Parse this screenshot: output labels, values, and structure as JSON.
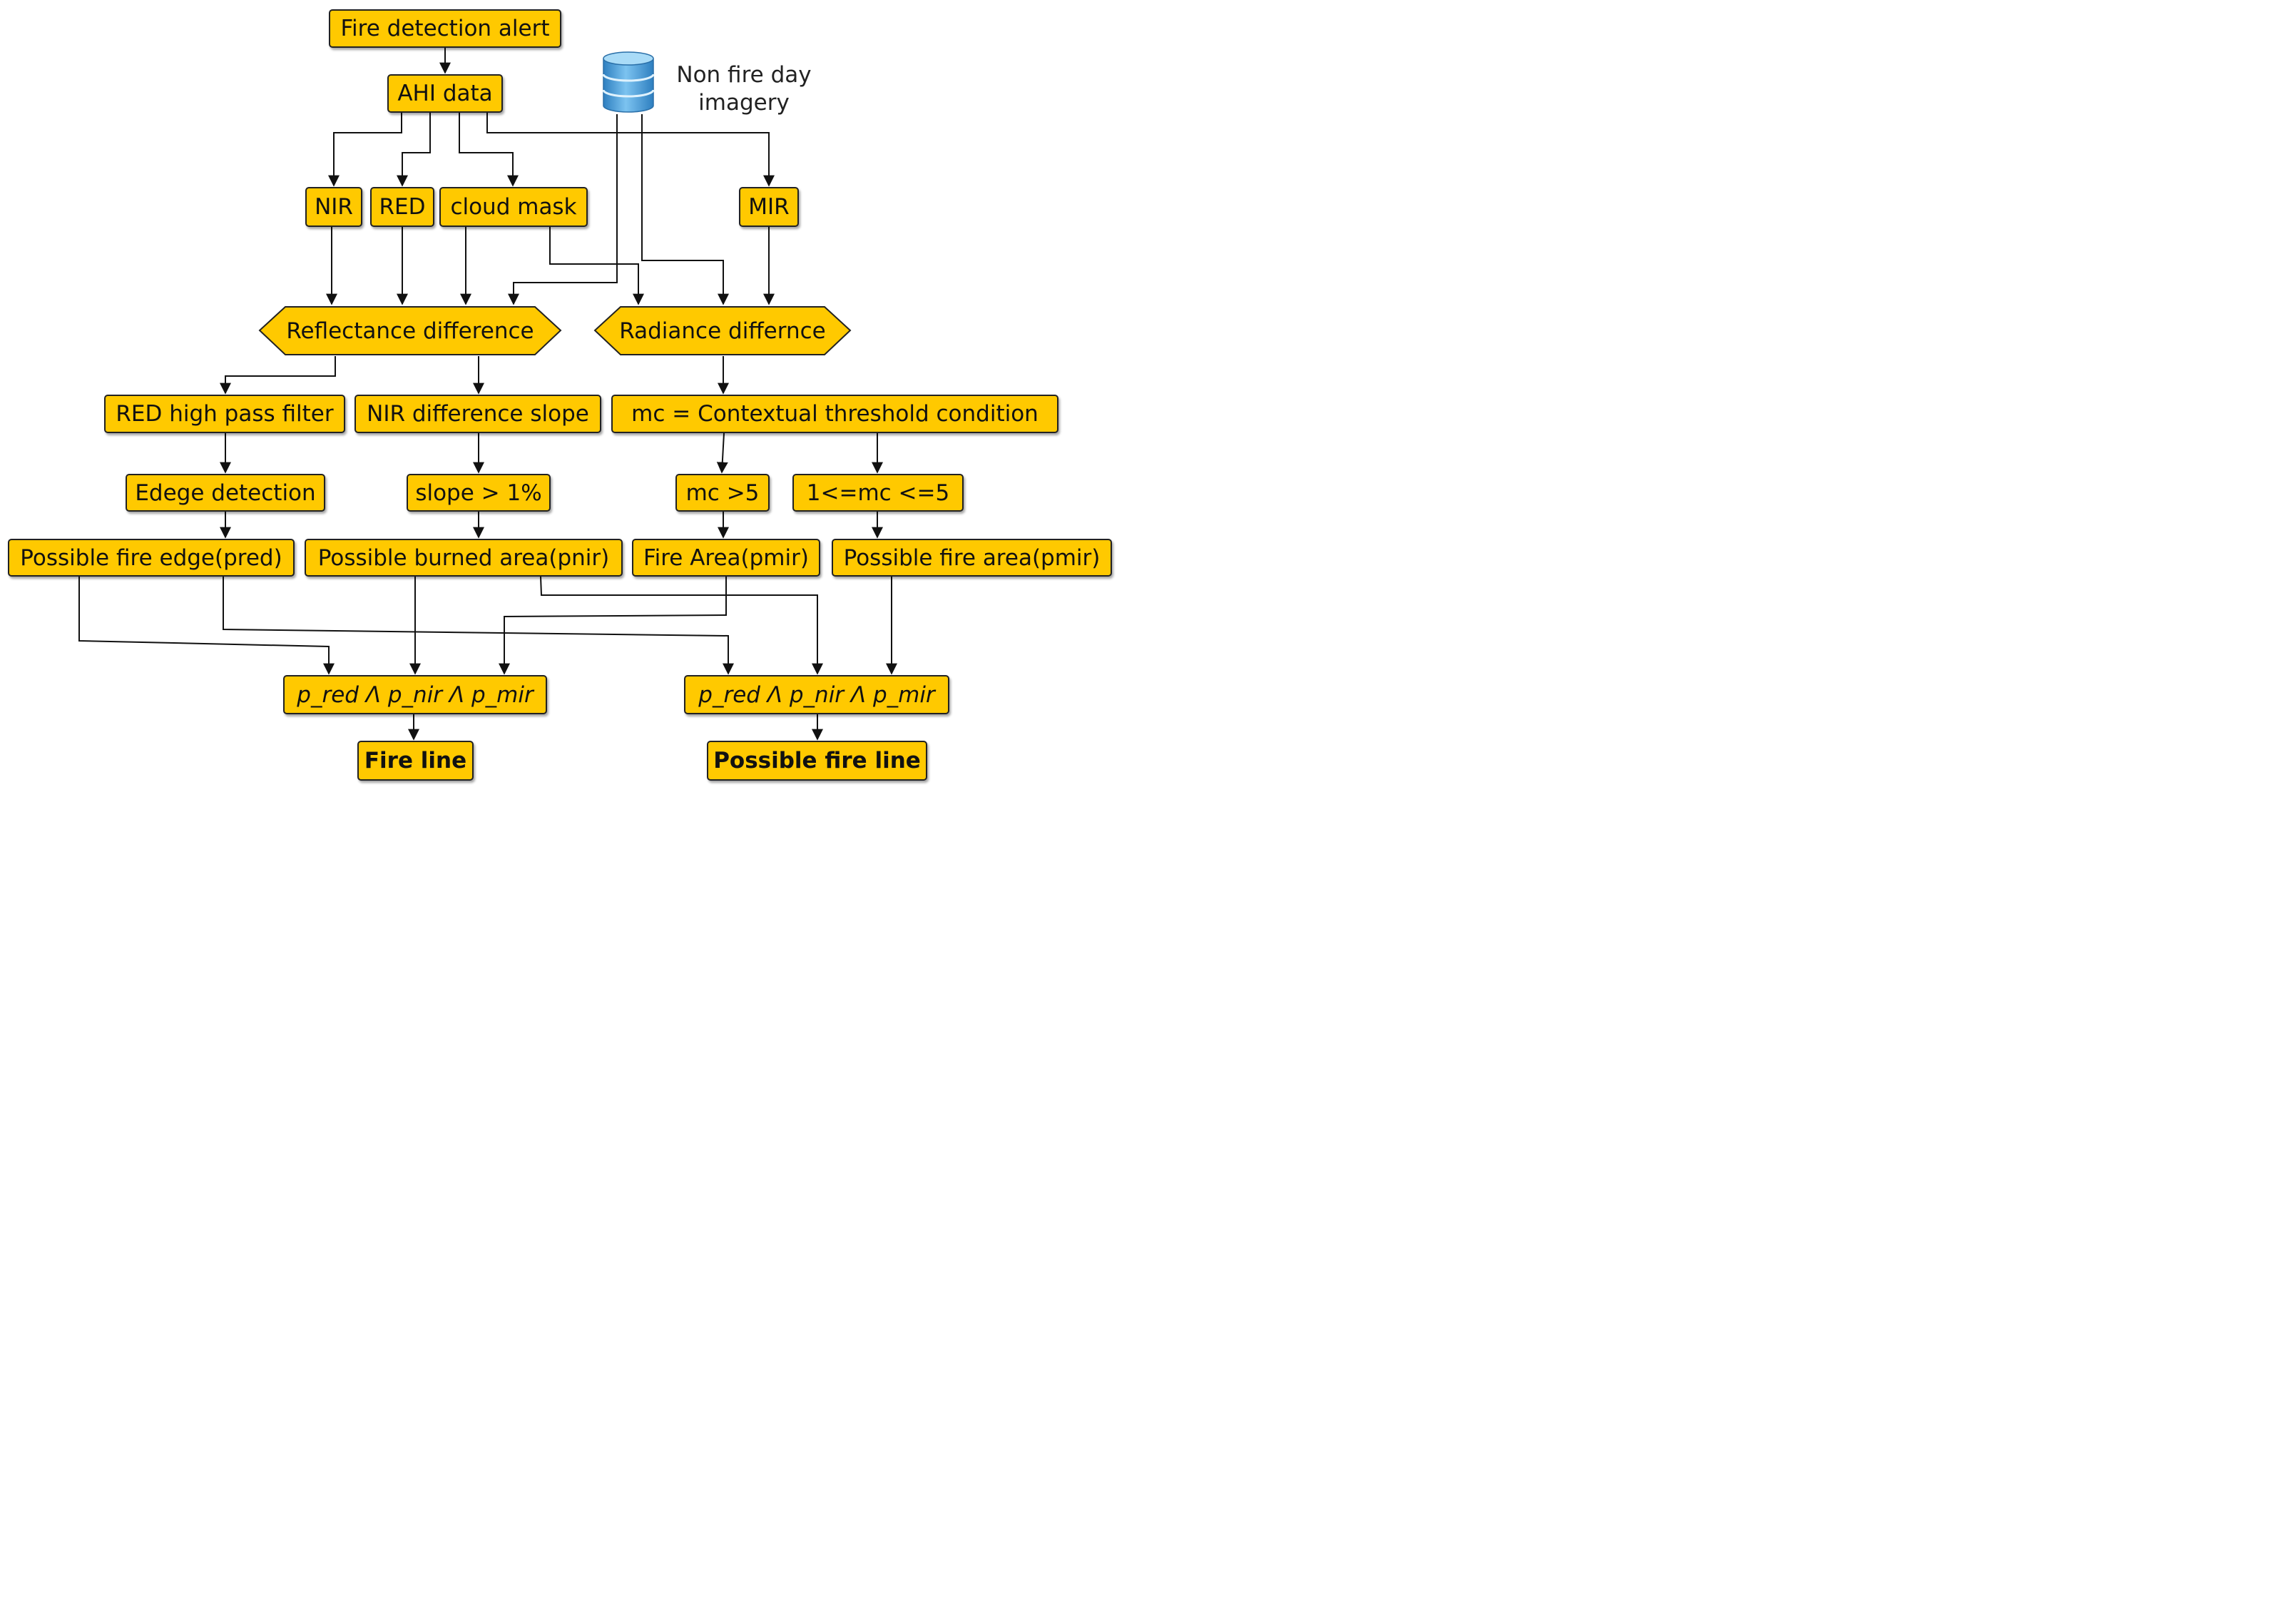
{
  "nodes": {
    "alert": "Fire detection alert",
    "ahi": "AHI data",
    "nir": "NIR",
    "red": "RED",
    "cloud": "cloud mask",
    "mir": "MIR",
    "refl": "Reflectance difference",
    "rad": "Radiance differnce",
    "redhp": "RED high pass filter",
    "nirslope": "NIR difference slope",
    "mc": "mc = Contextual threshold condition",
    "edge": "Edege detection",
    "slope": "slope > 1%",
    "mc5": "mc >5",
    "mcrange": "1<=mc <=5",
    "pfe": "Possible fire edge(pred)",
    "pba": "Possible burned area(pnir)",
    "fa": "Fire Area(pmir)",
    "pfa": "Possible fire area(pmir)",
    "and1": "p_red Λ p_nir Λ p_mir",
    "and2": "p_red Λ p_nir Λ p_mir",
    "fireline": "Fire line",
    "pfireline": "Possible fire line"
  },
  "database": {
    "icon": "database-icon",
    "label_line1": "Non fire day",
    "label_line2": "imagery"
  },
  "colors": {
    "node_fill": "#FFC900",
    "node_border": "#222222",
    "edge": "#111111",
    "db_blue": "#3E97D6"
  }
}
